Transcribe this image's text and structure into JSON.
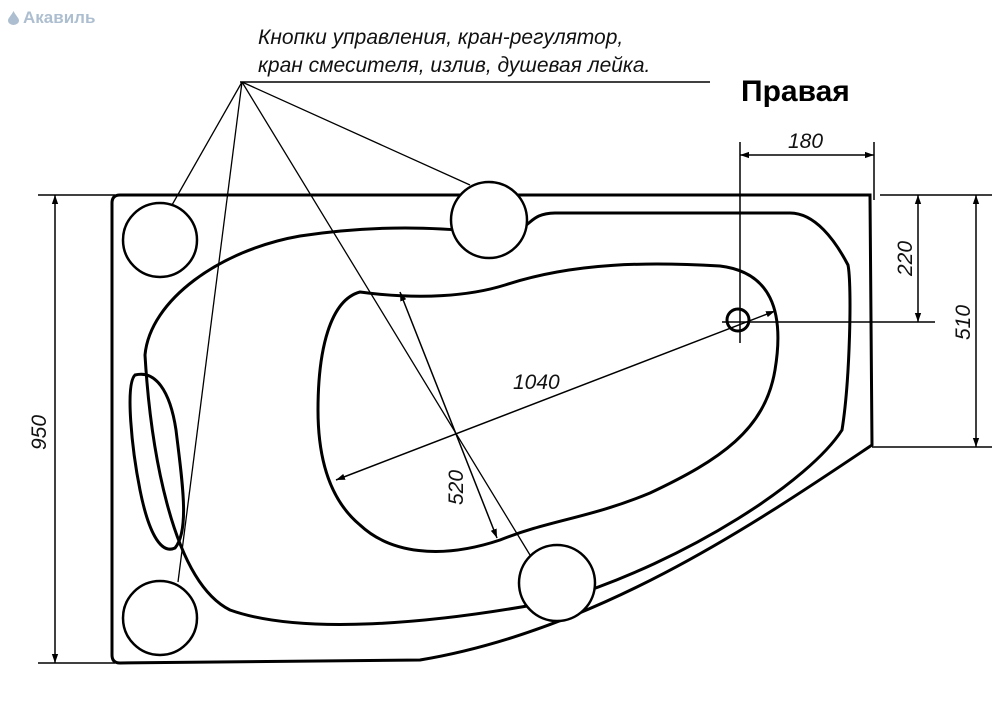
{
  "watermark": {
    "brand": "Акавиль"
  },
  "diagram": {
    "callout_line1": "Кнопки управления, кран-регулятор,",
    "callout_line2": "кран смесителя, излив, душевая лейка.",
    "title": "Правая",
    "dimensions": {
      "width_180": "180",
      "depth_220": "220",
      "depth_510": "510",
      "height_950": "950",
      "length_1040": "1040",
      "width_520": "520"
    }
  }
}
